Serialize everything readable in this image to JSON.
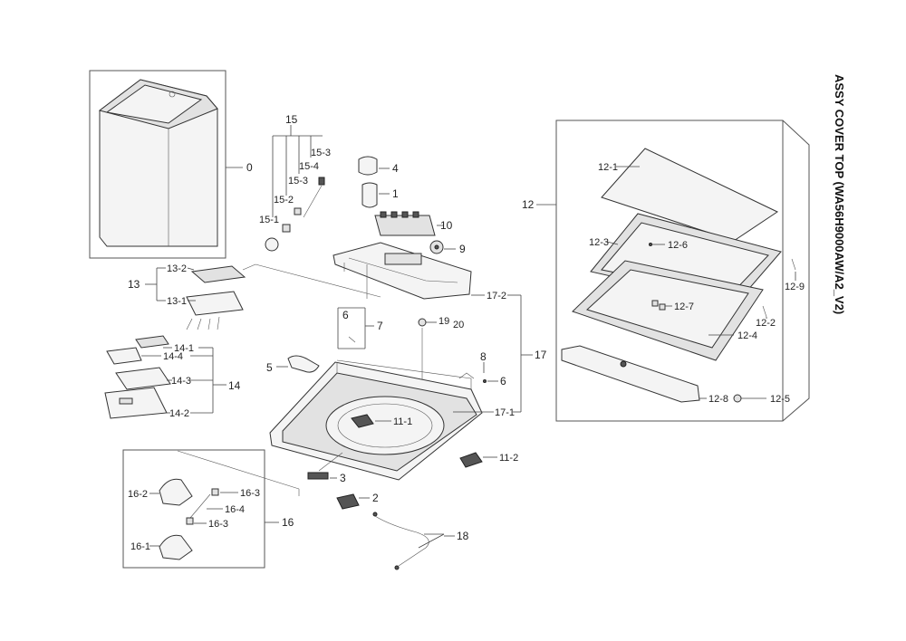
{
  "title": "ASSY COVER TOP (WA56H9000AW/A2_V2)",
  "labels": {
    "l0": "0",
    "l1": "1",
    "l2": "2",
    "l3": "3",
    "l4": "4",
    "l5": "5",
    "l6a": "6",
    "l6b": "6",
    "l7": "7",
    "l8": "8",
    "l9": "9",
    "l10": "10",
    "l11_1": "11-1",
    "l11_2": "11-2",
    "l12": "12",
    "l12_1": "12-1",
    "l12_2": "12-2",
    "l12_3": "12-3",
    "l12_4": "12-4",
    "l12_5": "12-5",
    "l12_6": "12-6",
    "l12_7": "12-7",
    "l12_8": "12-8",
    "l12_9": "12-9",
    "l13": "13",
    "l13_1": "13-1",
    "l13_2": "13-2",
    "l14": "14",
    "l14_1": "14-1",
    "l14_2": "14-2",
    "l14_3": "14-3",
    "l14_4": "14-4",
    "l15": "15",
    "l15_1": "15-1",
    "l15_2": "15-2",
    "l15_3a": "15-3",
    "l15_3b": "15-3",
    "l15_4": "15-4",
    "l16": "16",
    "l16_1": "16-1",
    "l16_2": "16-2",
    "l16_3a": "16-3",
    "l16_3b": "16-3",
    "l16_4": "16-4",
    "l17": "17",
    "l17_1": "17-1",
    "l17_2": "17-2",
    "l18": "18",
    "l19": "19",
    "l20": "20"
  }
}
